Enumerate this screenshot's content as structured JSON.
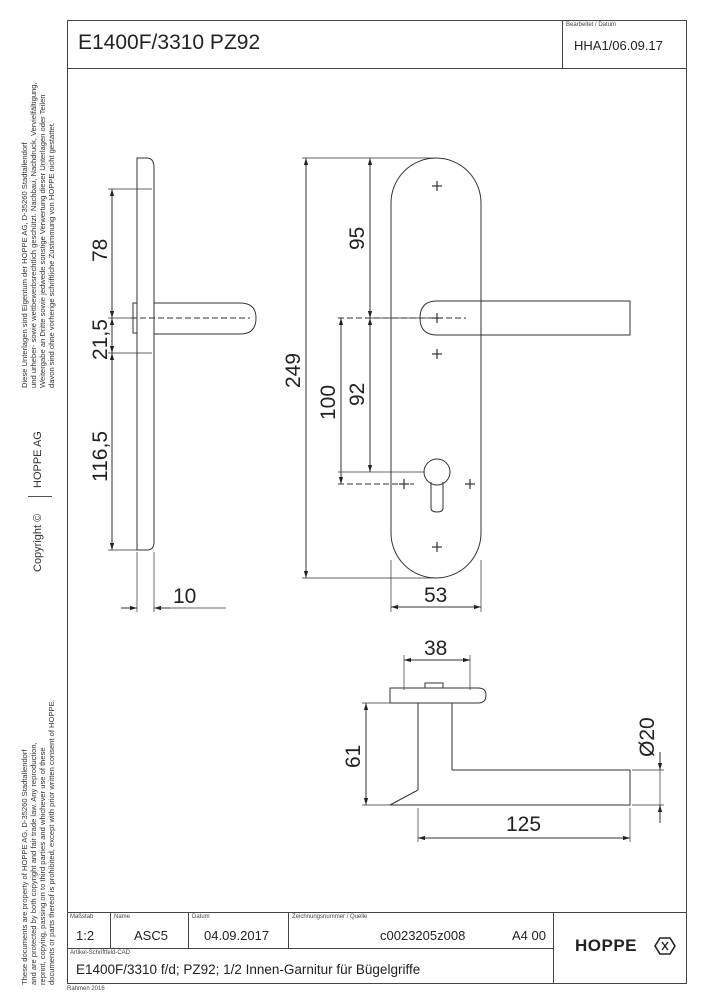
{
  "header": {
    "title": "E1400F/3310 PZ92",
    "edited_label": "Bearbeitet  / Datum",
    "edited_value": "HHA1/06.09.17"
  },
  "left_margin": {
    "german_lines": [
      "Diese Unterlagen sind Eigentum der  HOPPE AG, D-35260 Stadtallendorf",
      "und urheber- sowie wettbewerbsrechtlich geschützt. Nachbau, Nachdruck, Vervielfältigung,",
      "Weitergabe an Dritte sowie jedwede sonstige Verwertung dieser Unterlagen oder Teilen",
      "davon sind ohne vorherige schriftliche Zustimmung von HOPPE nicht gestattet."
    ],
    "company": "HOPPE  AG",
    "copyright": "Copyright ©",
    "english_lines": [
      "These documents are property of HOPPE AG, D-35260 Stadtallendorf",
      "and are protected by both copyright and fair trade law. Any reproduction,",
      "reprint, copying, passing on to third parties and whichever use of these",
      "documents or parts thereof is prohibited, except with prior written consent of HOPPE."
    ]
  },
  "dimensions": {
    "d78": "78",
    "d21_5": "21,5",
    "d116_5": "116,5",
    "d10": "10",
    "d95": "95",
    "d249": "249",
    "d100": "100",
    "d92": "92",
    "d53": "53",
    "d38": "38",
    "d61": "61",
    "d20": "Ø20",
    "d125": "125"
  },
  "titleblock": {
    "scale_label": "Maßstab",
    "scale_value": "1:2",
    "name_label": "Name",
    "name_value": "ASC5",
    "date_label": "Datum",
    "date_value": "04.09.2017",
    "drawing_label": "Zeichnungsnummer / Quelle",
    "drawing_value": "c0023205z008",
    "format_value": "A4 00",
    "article_label": "Artikel-Schriftfeld-CAD",
    "article_value": "E1400F/3310  f/d; PZ92; 1/2 Innen-Garnitur für Bügelgriffe",
    "logo": "HOPPE"
  },
  "footer": {
    "frame_label": "Rahmen 2016"
  }
}
